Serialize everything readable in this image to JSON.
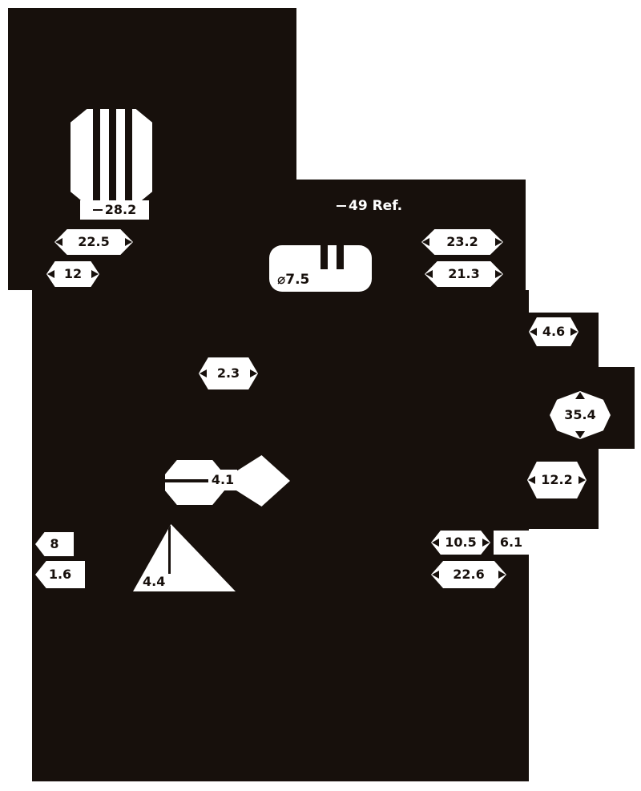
{
  "colors": {
    "ink": "#17100c",
    "paper": "#ffffff"
  },
  "dimensions": {
    "d28_2": "28.2",
    "d22_5": "22.5",
    "d12": "12",
    "d49_ref": "49 Ref.",
    "d7_5": "⌀7.5",
    "d23_2": "23.2",
    "d21_3": "21.3",
    "d4_6": "4.6",
    "d2_3": "2.3",
    "d35_4": "35.4",
    "d12_2": "12.2",
    "d4_1": "4.1",
    "d8": "8",
    "d1_6": "1.6",
    "d4_4": "4.4",
    "d10_5": "10.5",
    "d6_1": "6.1",
    "d22_6": "22.6"
  }
}
